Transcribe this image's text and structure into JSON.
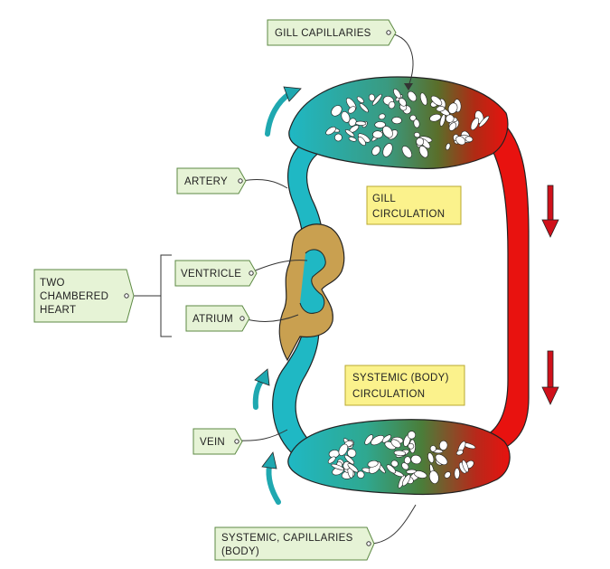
{
  "labels": {
    "gill_capillaries": "GILL  CAPILLARIES",
    "artery": "ARTERY",
    "ventricle": "VENTRICLE",
    "atrium": "ATRIUM",
    "vein": "VEIN",
    "two_chambered_heart": [
      "TWO",
      "CHAMBERED",
      "HEART"
    ],
    "systemic_capillaries": [
      "SYSTEMIC,  CAPILLARIES",
      "(BODY)"
    ]
  },
  "boxes": {
    "gill_circulation": [
      "GILL",
      "CIRCULATION"
    ],
    "systemic_circulation": [
      "SYSTEMIC  (BODY)",
      "CIRCULATION"
    ]
  },
  "colors": {
    "deoxygenated": "#1fb8c4",
    "oxygenated": "#e8120f",
    "capillary_mid": "#5a7a2a",
    "heart": "#c9a050",
    "tag_fill": "#e6f3d6",
    "tag_border": "#5d8a44",
    "box_fill": "#fbf28c",
    "box_border": "#b8a830",
    "flow_arrow_teal": "#1fa8b0",
    "flow_arrow_red": "#d0101a"
  }
}
